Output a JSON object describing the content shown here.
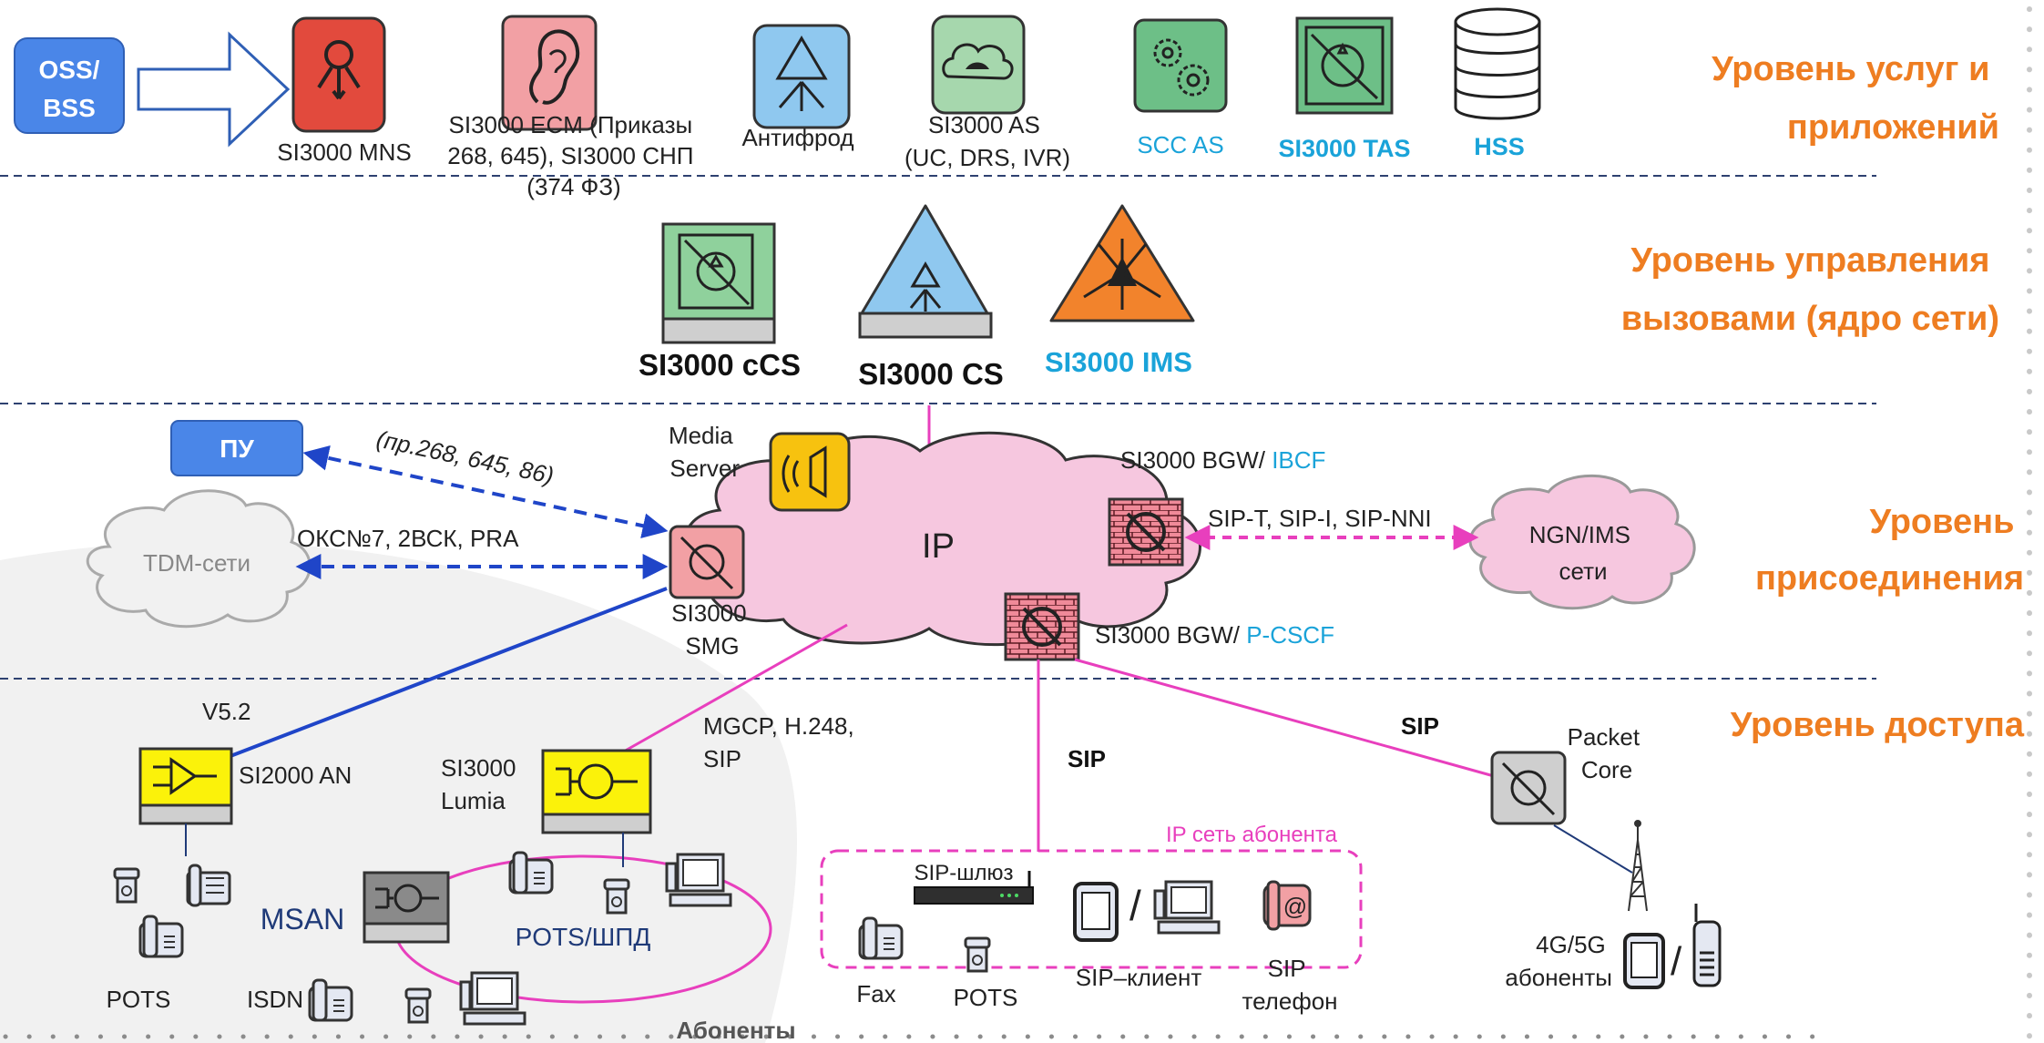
{
  "levels": {
    "services": [
      "Уровень услуг и",
      "приложений"
    ],
    "control": [
      "Уровень управления",
      "вызовами (ядро сети)"
    ],
    "interconnect": [
      "Уровень",
      "присоединения"
    ],
    "access": "Уровень доступа"
  },
  "oss_bss": [
    "OSS/",
    "BSS"
  ],
  "apps": {
    "mns": "SI3000 MNS",
    "ecm": [
      "SI3000 ECM (Приказы",
      "268, 645), SI3000 СНП",
      "(374 ФЗ)"
    ],
    "antifraud": "Антифрод",
    "as": [
      "SI3000 AS",
      "(UC, DRS, IVR)"
    ],
    "scc_as": "SCC AS",
    "tas": "SI3000 TAS",
    "hss": "HSS"
  },
  "core": {
    "ccs": "SI3000 cCS",
    "cs": "SI3000 CS",
    "ims": "SI3000 IMS"
  },
  "interconnect": {
    "pu": "ПУ",
    "pu_link": "(пр.268, 645, 86)",
    "tdm": "TDM-сети",
    "tdm_link": "ОКС№7, 2ВСК, PRA",
    "media_server": [
      "Media",
      "Server"
    ],
    "ip_cloud": "IP",
    "smg": [
      "SI3000",
      "SMG"
    ],
    "bgw_ibcf": {
      "prefix": "SI3000 BGW/ ",
      "suffix": "IBCF"
    },
    "bgw_pcscf": {
      "prefix": "SI3000 BGW/ ",
      "suffix": "P-CSCF"
    },
    "ngn_link": "SIP-T, SIP-I, SIP-NNI",
    "ngn": [
      "NGN/IMS",
      "сети"
    ]
  },
  "access": {
    "v52": "V5.2",
    "an": "SI2000 AN",
    "lumia": [
      "SI3000",
      "Lumia"
    ],
    "mgcp": [
      "MGCP, H.248,",
      "SIP"
    ],
    "sip_center": "SIP",
    "sip_right": "SIP",
    "packet_core": [
      "Packet",
      "Core"
    ],
    "ip_subscriber_net": "IP сеть абонента",
    "sip_gateway": "SIP-шлюз",
    "msan": "MSAN",
    "pots_shpd": "POTS/ШПД",
    "pots": "POTS",
    "isdn": "ISDN",
    "fax": "Fax",
    "pots2": "POTS",
    "sip_client": "SIP–клиент",
    "sip_phone": [
      "SIP",
      "телефон"
    ],
    "mobile": [
      "4G/5G",
      "абоненты"
    ]
  },
  "subscribers": "Абоненты",
  "colors": {
    "orange": "#ee7d21",
    "cyan": "#1aa3d9",
    "magenta": "#e83fbd",
    "blue_link": "#1f45c8",
    "navy": "#1f3a78"
  },
  "icons": [
    "mns-icon",
    "ear-icon",
    "antifraud-icon",
    "cloud-phone-icon",
    "gears-icon",
    "tas-icon",
    "database-icon",
    "router-icon",
    "fax-icon",
    "phone-icon",
    "computer-icon",
    "tablet-icon",
    "cellphone-icon",
    "tower-icon",
    "speaker-icon",
    "firewall-icon"
  ]
}
